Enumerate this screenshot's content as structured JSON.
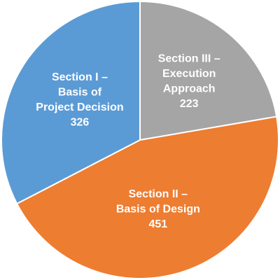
{
  "chart_data": {
    "type": "pie",
    "start_angle_deg": 0,
    "direction": "clockwise",
    "slices": [
      {
        "label_lines": [
          "Section III –",
          "Execution",
          "Approach"
        ],
        "value": 223,
        "value_label": "223",
        "color": "#a5a5a5"
      },
      {
        "label_lines": [
          "Section II –",
          "Basis of Design"
        ],
        "value": 451,
        "value_label": "451",
        "color": "#ed7d31"
      },
      {
        "label_lines": [
          "Section I –",
          "Basis of",
          "Project Decision"
        ],
        "value": 326,
        "value_label": "326",
        "color": "#5b9bd5"
      }
    ],
    "slice_border_color": "#ffffff",
    "label_color": "#ffffff",
    "legend": "none"
  }
}
